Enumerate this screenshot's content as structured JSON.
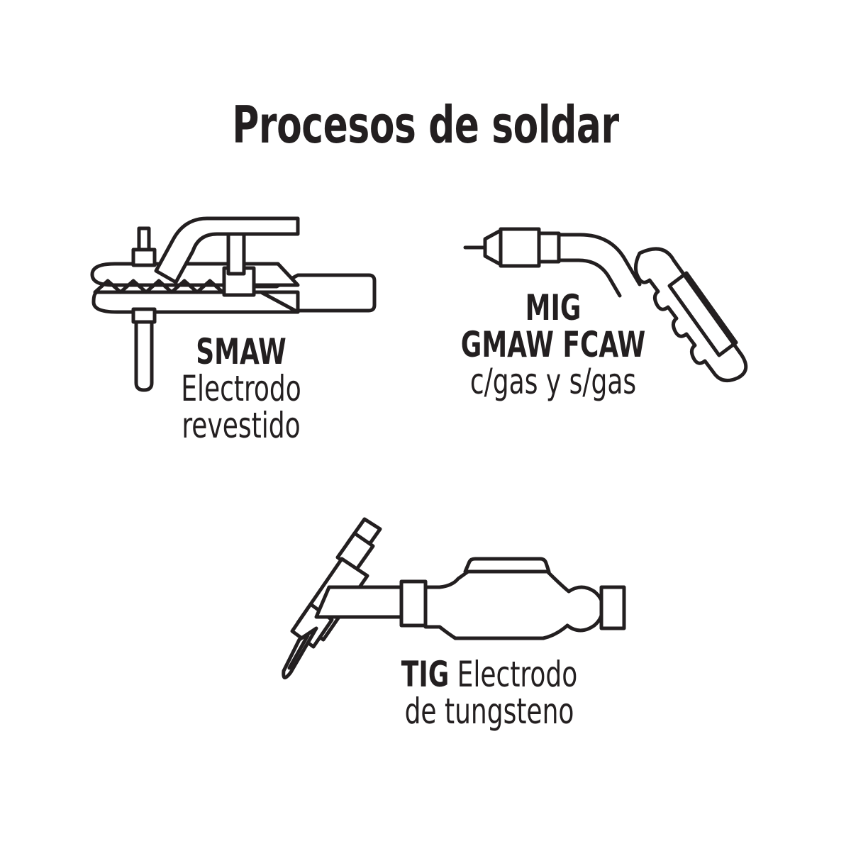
{
  "page": {
    "title": "Procesos de soldar",
    "background_color": "#ffffff",
    "ink_color": "#231f20"
  },
  "processes": [
    {
      "id": "smaw",
      "icon_name": "electrode-holder-icon",
      "abbrev": "SMAW",
      "description_line_1": "Electrodo",
      "description_line_2": "revestido"
    },
    {
      "id": "mig",
      "icon_name": "mig-welding-gun-icon",
      "abbrev_line_1": "MIG",
      "abbrev_line_2": "GMAW FCAW",
      "description_line_1": "c/gas y s/gas"
    },
    {
      "id": "tig",
      "icon_name": "tig-torch-icon",
      "abbrev": "TIG",
      "description_line_1": "Electrodo",
      "description_line_2": "de tungsteno"
    }
  ]
}
